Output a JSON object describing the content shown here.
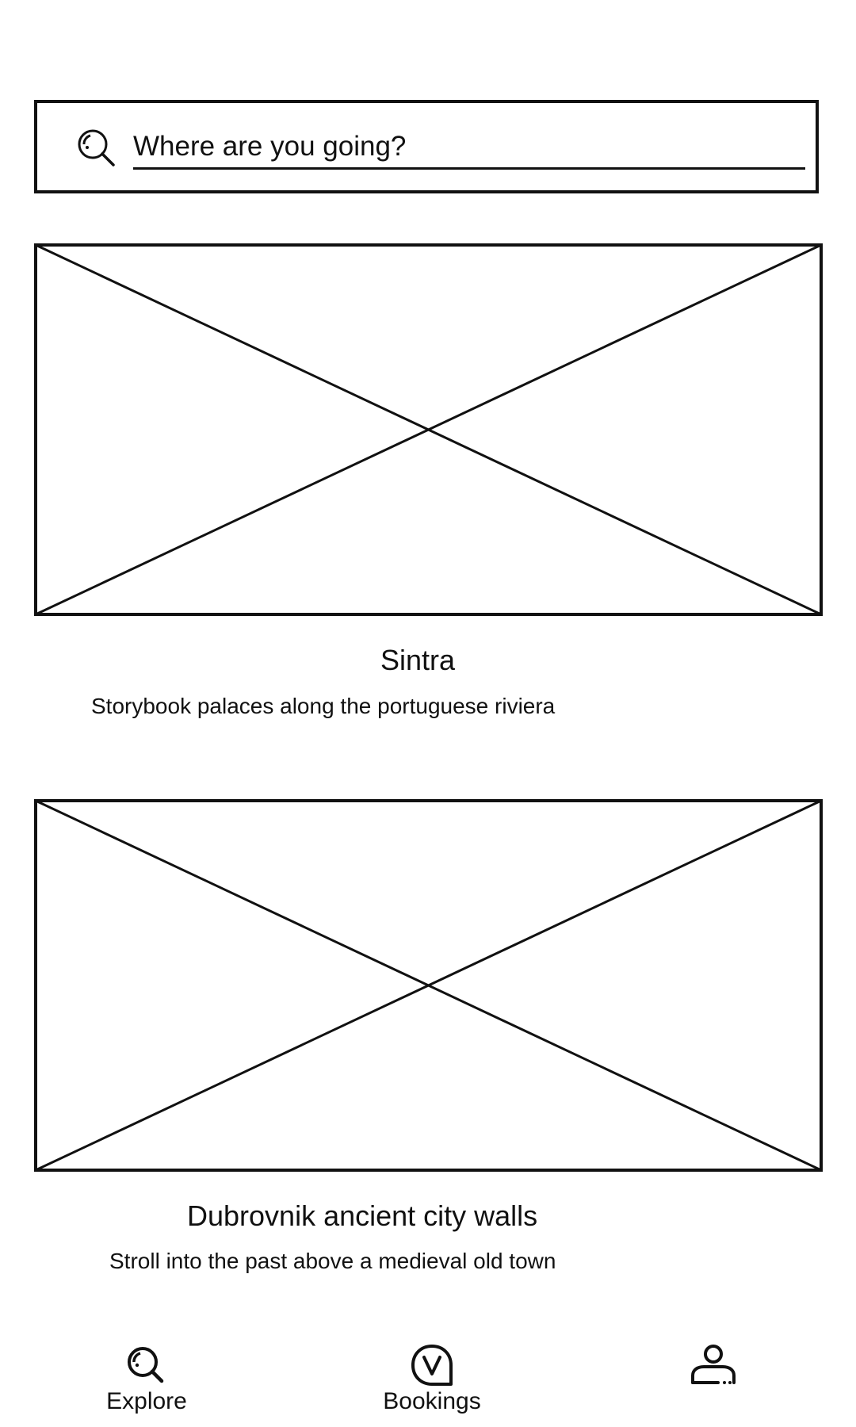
{
  "search": {
    "placeholder": "Where are you going?",
    "icon": "search-icon"
  },
  "destinations": [
    {
      "title": "Sintra",
      "subtitle": "Storybook palaces along the portuguese riviera"
    },
    {
      "title": "Dubrovnik ancient city walls",
      "subtitle": "Stroll into the past above a medieval old town"
    }
  ],
  "bottom_nav": {
    "items": [
      {
        "label": "Explore",
        "icon": "search-icon"
      },
      {
        "label": "Bookings",
        "icon": "bookings-icon"
      },
      {
        "label": "",
        "icon": "profile-icon"
      }
    ]
  }
}
